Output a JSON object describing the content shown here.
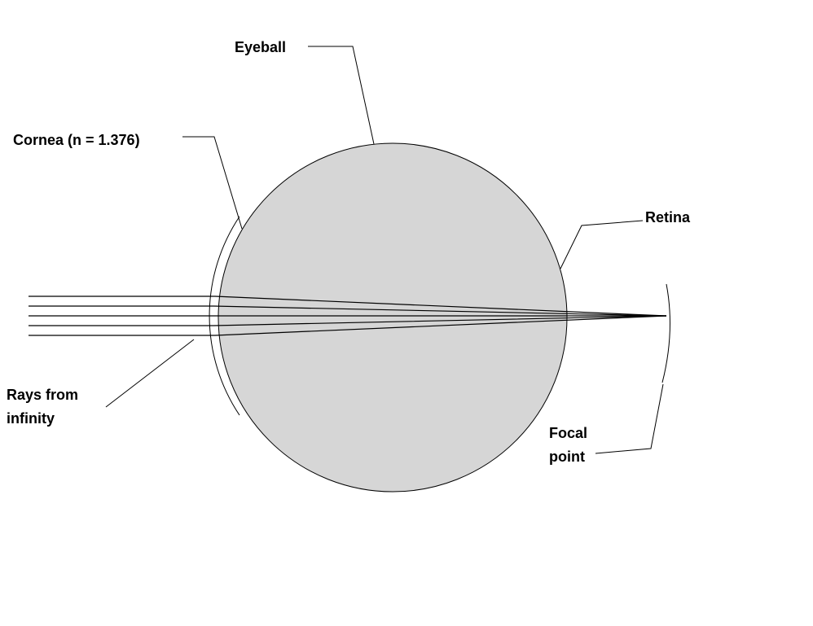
{
  "diagram": {
    "description": "Optics diagram of an eyeball focusing parallel rays behind the retina",
    "labels": {
      "eyeball": "Eyeball",
      "cornea": "Cornea (n = 1.376)",
      "retina": "Retina",
      "rays_line1": "Rays from",
      "rays_line2": "infinity",
      "focal_line1": "Focal",
      "focal_line2": "point"
    },
    "colors": {
      "eyeball_fill": "#d6d6d6",
      "line": "#000000",
      "background": "#ffffff"
    }
  }
}
